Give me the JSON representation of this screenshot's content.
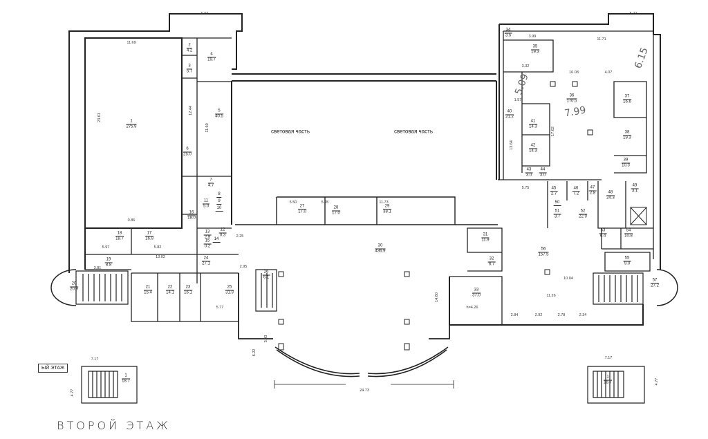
{
  "title": "ВТОРОЙ ЭТАЖ",
  "floor_label_partial": "ЫЙ ЭТАЖ",
  "light_area_label": "световая часть",
  "handwritten": [
    "7.99",
    "5.09",
    "6.15"
  ],
  "rooms": [
    {
      "n": "1",
      "a": "275.9"
    },
    {
      "n": "2",
      "a": "4.2"
    },
    {
      "n": "3",
      "a": "5.7"
    },
    {
      "n": "4",
      "a": "19.7"
    },
    {
      "n": "5",
      "a": "40.5"
    },
    {
      "n": "6",
      "a": "25.0"
    },
    {
      "n": "7",
      "a": "4.7"
    },
    {
      "n": "8",
      "a": ""
    },
    {
      "n": "9",
      "a": ""
    },
    {
      "n": "10",
      "a": ""
    },
    {
      "n": "11",
      "a": "5.0"
    },
    {
      "n": "12",
      "a": "0.3"
    },
    {
      "n": "13",
      "a": "2.9"
    },
    {
      "n": "14",
      "a": ""
    },
    {
      "n": "15",
      "a": "0.2"
    },
    {
      "n": "16",
      "a": "18.0"
    },
    {
      "n": "17",
      "a": "16.9"
    },
    {
      "n": "18",
      "a": "18.7"
    },
    {
      "n": "19",
      "a": "8.8"
    },
    {
      "n": "20",
      "a": "20.9"
    },
    {
      "n": "21",
      "a": "15.4"
    },
    {
      "n": "22",
      "a": "14.1"
    },
    {
      "n": "23",
      "a": "16.1"
    },
    {
      "n": "24",
      "a": "27.1"
    },
    {
      "n": "25",
      "a": "31.9"
    },
    {
      "n": "26",
      "a": "6.1"
    },
    {
      "n": "27",
      "a": "17.0"
    },
    {
      "n": "28",
      "a": "17.0"
    },
    {
      "n": "29",
      "a": "38.1"
    },
    {
      "n": "30",
      "a": "436.9"
    },
    {
      "n": "31",
      "a": "11.9"
    },
    {
      "n": "32",
      "a": "6.7"
    },
    {
      "n": "33",
      "a": "37.0"
    },
    {
      "n": "34",
      "a": "3.5"
    },
    {
      "n": "35",
      "a": "19.3"
    },
    {
      "n": "36",
      "a": "170.5"
    },
    {
      "n": "37",
      "a": "16.6"
    },
    {
      "n": "38",
      "a": "19.3"
    },
    {
      "n": "39",
      "a": "10.3"
    },
    {
      "n": "40",
      "a": "21.2"
    },
    {
      "n": "41",
      "a": "14.3"
    },
    {
      "n": "42",
      "a": "14.3"
    },
    {
      "n": "43",
      "a": "3.0"
    },
    {
      "n": "44",
      "a": "3.0"
    },
    {
      "n": "45",
      "a": "2.7"
    },
    {
      "n": "46",
      "a": "7.2"
    },
    {
      "n": "47",
      "a": "2.8"
    },
    {
      "n": "48",
      "a": "24.3"
    },
    {
      "n": "49",
      "a": "3.1"
    },
    {
      "n": "50",
      "a": ""
    },
    {
      "n": "51",
      "a": "3.7"
    },
    {
      "n": "52",
      "a": "22.9"
    },
    {
      "n": "53",
      "a": "6.4"
    },
    {
      "n": "54",
      "a": "10.8"
    },
    {
      "n": "55",
      "a": "9.0"
    },
    {
      "n": "56",
      "a": "157.5"
    },
    {
      "n": "57",
      "a": "27.2"
    },
    {
      "n": "1",
      "a": "18.7"
    },
    {
      "n": "1",
      "a": "18.7"
    }
  ],
  "dimensions": [
    "6.02",
    "5.72",
    "11.69",
    "23.61",
    "11.71",
    "16.08",
    "17.62",
    "13.64",
    "14.60",
    "11.26",
    "10.04",
    "5.75",
    "13.02",
    "0.86",
    "2.25",
    "2.95",
    "24.73",
    "7.17",
    "4.77",
    "7.17",
    "4.77",
    "h=4.26",
    "12.44",
    "11.60",
    "5.50",
    "5.45",
    "11.73",
    "5.97",
    "5.82",
    "3.81",
    "5.77",
    "4.07",
    "1.57",
    "3.99",
    "3.32",
    "2.84",
    "2.92",
    "2.78",
    "2.34",
    "6.22",
    "3.00"
  ]
}
